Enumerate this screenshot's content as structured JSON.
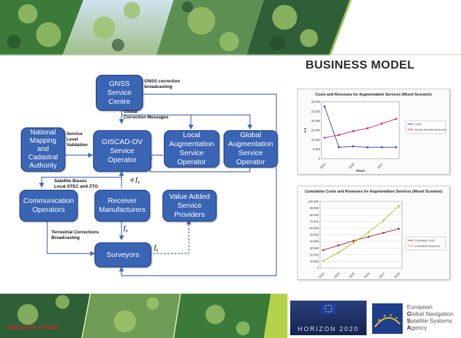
{
  "slide": {
    "title": "BUSINESS MODEL",
    "footer_code": "GISCAD-OV # 870231"
  },
  "diagram": {
    "nodes": {
      "gnss": "GNSS\nService\nCentre",
      "national": "National\nMapping\nand\nCadastral\nAuthority",
      "giscad": "GISCAD-OV\nService\nOperator",
      "local": "Local\nAugmentation\nService\nOperator",
      "global": "Global\nAugmentation\nService\nOperator",
      "comm": "Communication\nOperators",
      "receiver": "Receiver\nManufacturers",
      "vas": "Value Added\nService\nProviders",
      "surveyors": "Surveyors"
    },
    "labels": {
      "gnss_broadcast": "GNSS correction\nbroadcasting",
      "global_corr": "Global\nCorrection Messages",
      "service_level": "Service\nLevel\nValidation",
      "sat_biases": "Satellite Biases\nLocal STEC and ZTO",
      "terrestrial": "Terrestrial Corrections\nBroadcasting"
    },
    "flow_labels": {
      "alpha_fs": "α f",
      "alpha_sub": "s",
      "fs1": "f",
      "fs1_sub": "s",
      "fs2": "f",
      "fs2_sub": "s"
    }
  },
  "chart_data": [
    {
      "type": "line",
      "title": "Costs and Revenues for Augmentation Services (Mixed Scenario)",
      "xlabel": "Years",
      "ylabel": "k €",
      "x": [
        "2023",
        "2024",
        "2025",
        "2026",
        "2027",
        "2028"
      ],
      "x_ticks": [
        "2023",
        "2025",
        "2027"
      ],
      "ylim": [
        0,
        30000
      ],
      "y_ticks": [
        "30 000",
        "25 000",
        "20 000",
        "15 000",
        "10 000",
        "5 000",
        "0"
      ],
      "series": [
        {
          "name": "Costs",
          "color": "#3b4fa0",
          "values": [
            27500,
            6000,
            6500,
            6000,
            6000,
            6000
          ]
        },
        {
          "name": "Service Provider Revenues",
          "color": "#c0306f",
          "values": [
            11000,
            12500,
            14500,
            16000,
            18500,
            21000
          ]
        }
      ],
      "legend": "right",
      "grid": false
    },
    {
      "type": "line",
      "title": "Cumulative Costs and Revenues for Augmentation Services (Mixed Scenario)",
      "x": [
        "2023",
        "2024",
        "2025",
        "2026",
        "2027",
        "2028"
      ],
      "ylim": [
        0,
        100000
      ],
      "y_ticks": [
        "100 000",
        "90 000",
        "80 000",
        "70 000",
        "60 000",
        "50 000",
        "40 000",
        "30 000",
        "20 000",
        "10 000",
        "0"
      ],
      "series": [
        {
          "name": "Cumulated Costs",
          "color": "#a83232",
          "values": [
            27000,
            34000,
            41000,
            47000,
            53000,
            59000
          ]
        },
        {
          "name": "Cumulated Revenues",
          "color": "#a8c43a",
          "values": [
            11000,
            23000,
            38000,
            54000,
            72000,
            93000
          ]
        }
      ],
      "legend": "right",
      "grid": true
    }
  ],
  "logos": {
    "horizon": "HORIZON 2020",
    "gsa_line1_initial": "European",
    "gsa_line2_initial": "G",
    "gsa_line2_rest": "lobal Navigation",
    "gsa_line3_initial": "S",
    "gsa_line3_rest": "atellite Systems",
    "gsa_line4_initial": "A",
    "gsa_line4_rest": "gency"
  },
  "colors": {
    "box_fill": "#3a64b4",
    "box_border": "#23407c",
    "arrow": "#4a6cb8",
    "banner_green": "#3c7a3a",
    "banner_yellow": "#b4d24a"
  }
}
